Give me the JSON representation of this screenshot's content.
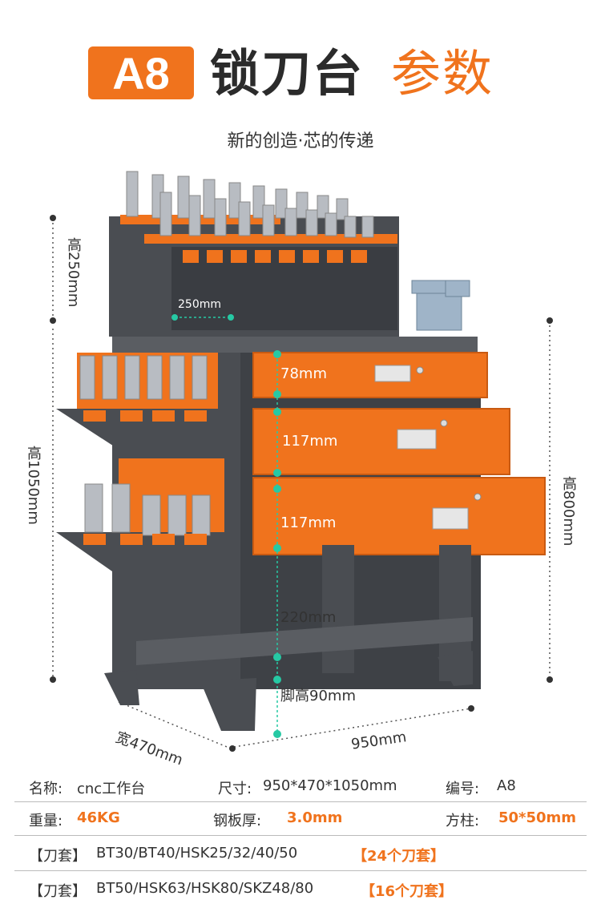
{
  "header": {
    "badge": "A8",
    "title_main": "锁刀台",
    "title_accent": "参数",
    "subtitle": "新的创造·芯的传递"
  },
  "dimensions": {
    "top_height": "高250mm",
    "total_height": "高1050mm",
    "leg_section_height": "高800mm",
    "top_width": "250mm",
    "drawer1": "78mm",
    "drawer2": "117mm",
    "drawer3": "117mm",
    "bottom_gap": "220mm",
    "foot_height": "脚高90mm",
    "depth": "宽470mm",
    "width": "950mm"
  },
  "specs": {
    "row1": {
      "name_label": "名称:",
      "name_value": "cnc工作台",
      "size_label": "尺寸:",
      "size_value": "950*470*1050mm",
      "code_label": "编号:",
      "code_value": "A8"
    },
    "row2": {
      "weight_label": "重量:",
      "weight_value": "46KG",
      "thickness_label": "钢板厚:",
      "thickness_value": "3.0mm",
      "column_label": "方柱:",
      "column_value": "50*50mm"
    },
    "row3": {
      "prefix": "【刀套】",
      "models": "BT30/BT40/HSK25/32/40/50",
      "count": "【24个刀套】"
    },
    "row4": {
      "prefix": "【刀套】",
      "models": "BT50/HSK63/HSK80/SKZ48/80",
      "count": "【16个刀套】"
    }
  },
  "colors": {
    "accent": "#f0731d",
    "body": "#4a4d52",
    "dark": "#2b2b2b"
  }
}
